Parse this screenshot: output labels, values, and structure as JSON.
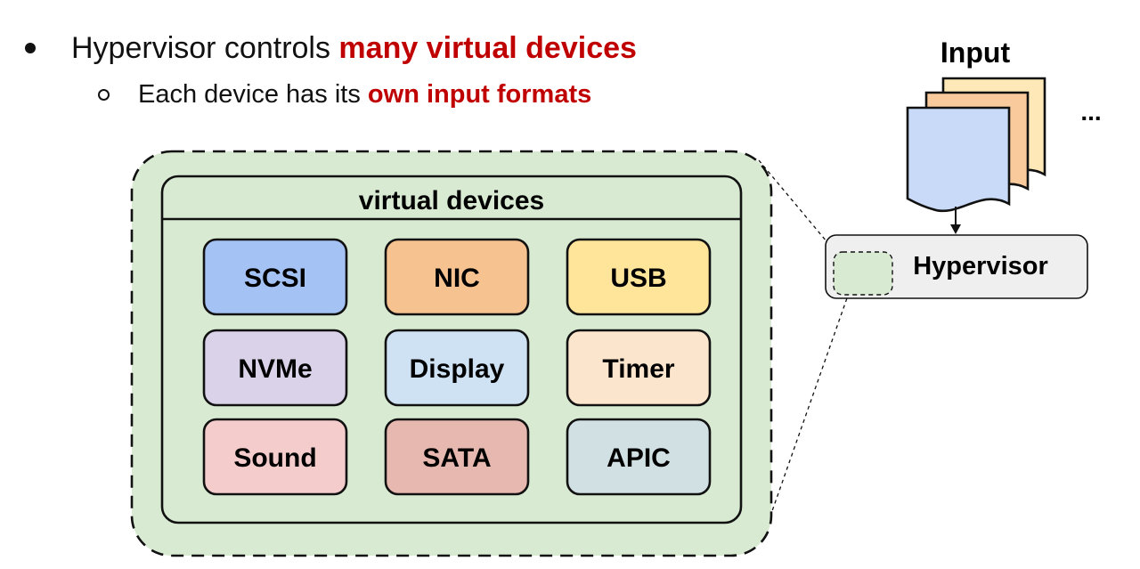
{
  "bullets": {
    "b1_prefix": "Hypervisor controls ",
    "b1_highlight": "many virtual devices",
    "b2_prefix": "Each device has its ",
    "b2_highlight": "own input formats"
  },
  "panel": {
    "title": "virtual devices",
    "devices": [
      {
        "label": "SCSI",
        "fill": "#a4c2f4"
      },
      {
        "label": "NIC",
        "fill": "#f6c28f"
      },
      {
        "label": "USB",
        "fill": "#ffe59a"
      },
      {
        "label": "NVMe",
        "fill": "#d9d2e9"
      },
      {
        "label": "Display",
        "fill": "#cfe2f3"
      },
      {
        "label": "Timer",
        "fill": "#fce5cd"
      },
      {
        "label": "Sound",
        "fill": "#f4cccc"
      },
      {
        "label": "SATA",
        "fill": "#e6b8af"
      },
      {
        "label": "APIC",
        "fill": "#d0e0e3"
      }
    ]
  },
  "input": {
    "label": "Input",
    "more": "...",
    "doc_colors": [
      "#ffe8b8",
      "#f9cb9c",
      "#c9daf8"
    ]
  },
  "hypervisor": {
    "label": "Hypervisor"
  },
  "colors": {
    "highlight": "#c00000",
    "zoom_fill": "#d9ead3",
    "hypervisor_fill": "#efefef"
  }
}
